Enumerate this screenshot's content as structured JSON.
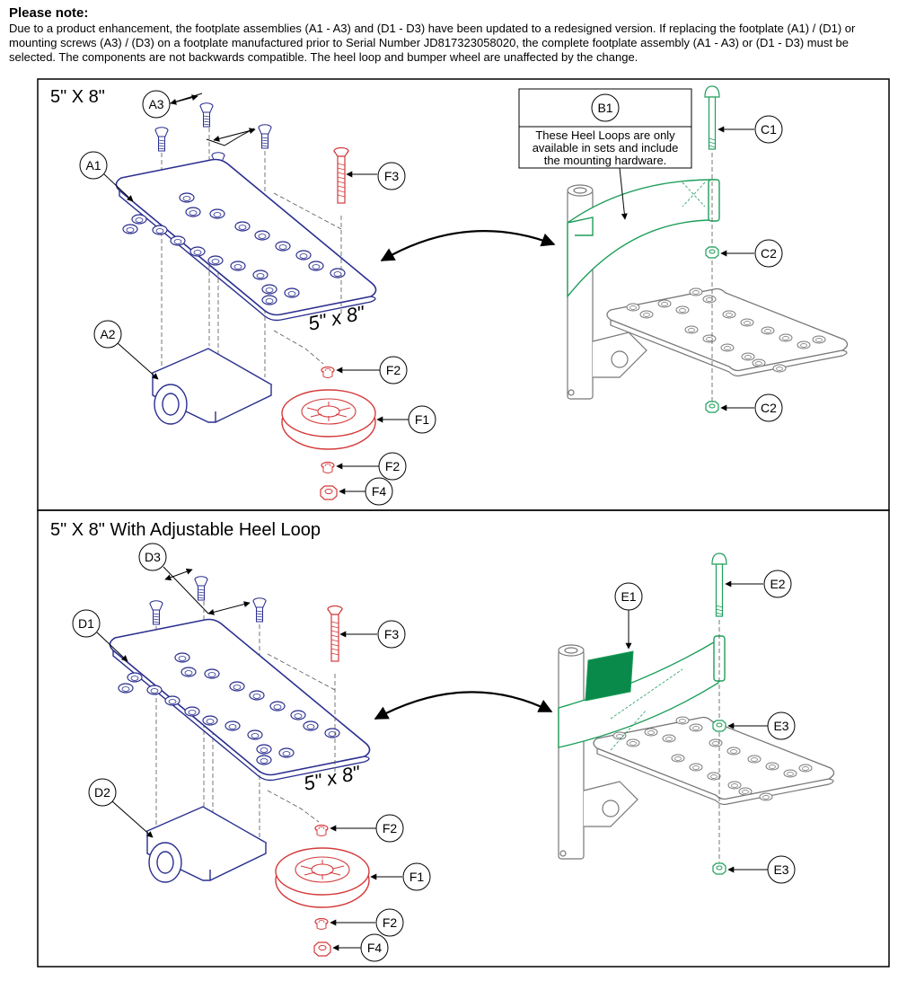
{
  "note": {
    "title": "Please note:",
    "body": "Due to a product enhancement, the footplate assemblies (A1 - A3) and (D1 - D3) have been updated to a redesigned version. If replacing the footplate (A1) / (D1) or mounting screws (A3) / (D3) on a footplate manufactured prior to Serial Number JD817323058020, the complete footplate assembly (A1 - A3) or (D1 - D3) must be selected. The components are not backwards compatible. The heel loop and bumper wheel are unaffected by the change."
  },
  "panel1": {
    "title": "5\" X 8\"",
    "plate_label": "5\" x 8\"",
    "note_box": {
      "callout": "B1",
      "lines": [
        "These Heel Loops are only",
        "available in sets and include",
        "the mounting hardware."
      ]
    },
    "callouts": [
      "A3",
      "A1",
      "A2",
      "F3",
      "F2",
      "F1",
      "F2",
      "F4",
      "C1",
      "C2",
      "C2"
    ]
  },
  "panel2": {
    "title": "5\" X 8\" With Adjustable Heel Loop",
    "plate_label": "5\" x 8\"",
    "callouts": [
      "D3",
      "D1",
      "D2",
      "F3",
      "F2",
      "F1",
      "F2",
      "F4",
      "E1",
      "E2",
      "E3",
      "E3"
    ]
  },
  "colors": {
    "footplate_assembly": "#2b2f8f",
    "bumper_wheel_hardware": "#d43a3a",
    "heel_loop_hardware": "#1e9e5a",
    "reference_parts": "#777777"
  }
}
